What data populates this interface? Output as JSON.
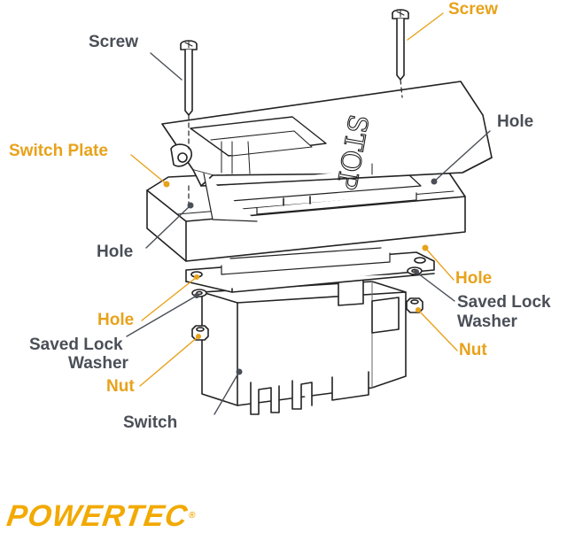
{
  "labels": {
    "screw_left": "Screw",
    "screw_right": "Screw",
    "switch_plate": "Switch Plate",
    "hole_top_right": "Hole",
    "hole_left": "Hole",
    "hole_right_orange": "Hole",
    "saved_lock_washer_right_1": "Saved Lock",
    "saved_lock_washer_right_2": "Washer",
    "hole_left_orange": "Hole",
    "nut_right": "Nut",
    "saved_lock_washer_left_1": "Saved Lock",
    "saved_lock_washer_left_2": "Washer",
    "nut_left": "Nut",
    "switch": "Switch"
  },
  "paddle_text": "STOP",
  "brand": {
    "name": "POWERTEC",
    "mark": "®"
  },
  "colors": {
    "gray_label": "#4a4f57",
    "orange_label": "#e8a21a",
    "brand": "#f2a900",
    "line": "#222222"
  }
}
